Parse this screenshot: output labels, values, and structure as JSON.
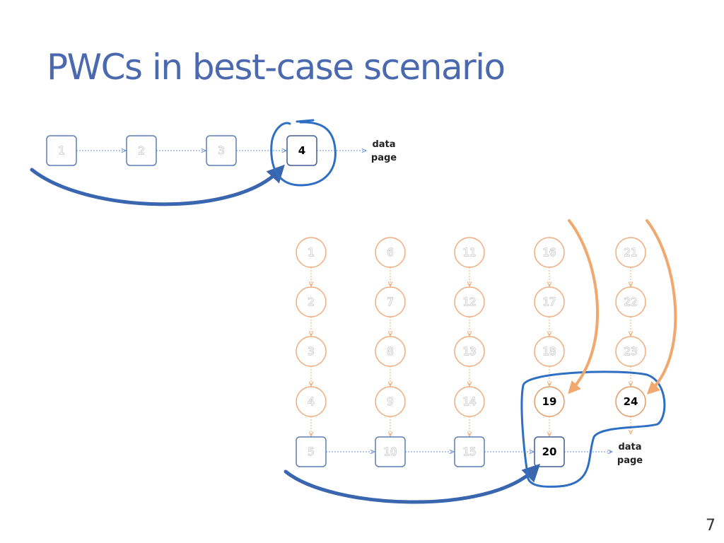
{
  "slide": {
    "title": "PWCs in best-case scenario",
    "page_number": "7"
  },
  "top_chain": {
    "nodes": [
      "1",
      "2",
      "3",
      "4"
    ],
    "highlight": "4",
    "data_page": [
      "data",
      "page"
    ]
  },
  "grid": {
    "columns": [
      [
        "1",
        "2",
        "3",
        "4",
        "5"
      ],
      [
        "6",
        "7",
        "8",
        "9",
        "10"
      ],
      [
        "11",
        "12",
        "13",
        "14",
        "15"
      ],
      [
        "16",
        "17",
        "18",
        "19",
        "20"
      ],
      [
        "21",
        "22",
        "23",
        "24"
      ]
    ],
    "highlight": [
      "19",
      "20",
      "24"
    ],
    "data_page": [
      "data",
      "page"
    ]
  },
  "colors": {
    "title": "#4a69ae",
    "box_border": "#5b7fb8",
    "circle_border": "#f0ad7e",
    "highlight_stroke": "#2e6fc4",
    "orange_arrow": "#f0a86e",
    "dotted_link": "#6a8fd0"
  }
}
